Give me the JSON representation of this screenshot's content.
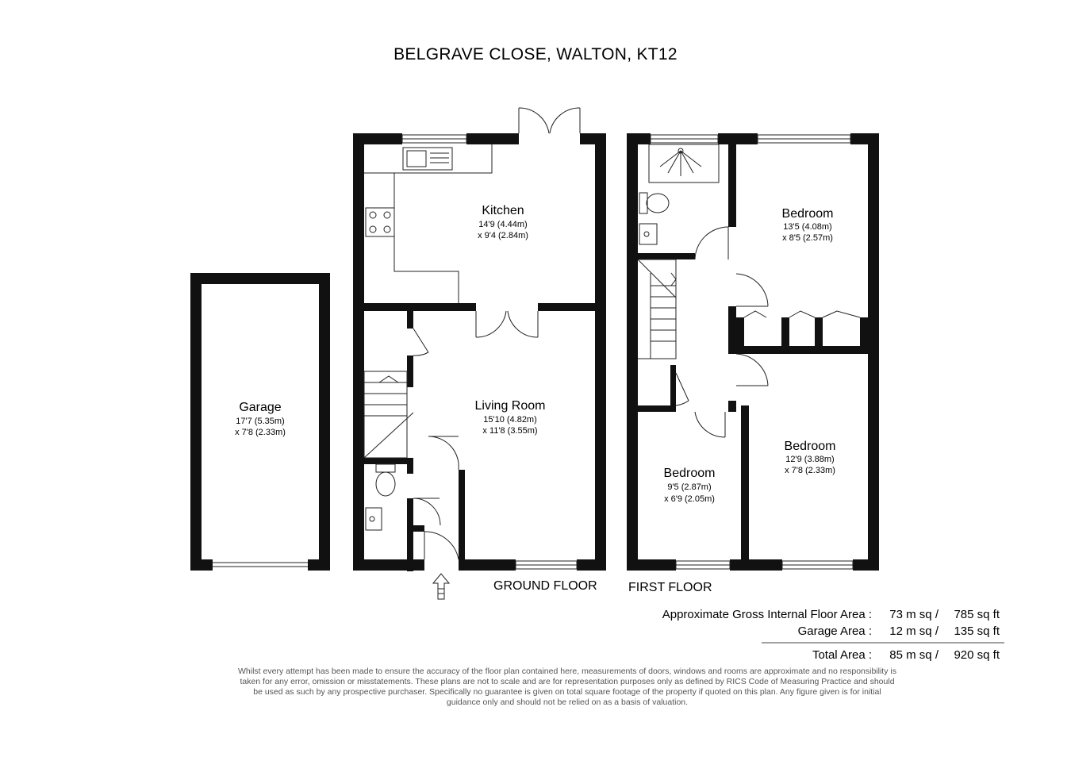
{
  "title": "BELGRAVE CLOSE,  WALTON, KT12",
  "rooms": {
    "garage": {
      "name": "Garage",
      "dim1": "17'7 (5.35m)",
      "dim2": "x 7'8 (2.33m)"
    },
    "kitchen": {
      "name": "Kitchen",
      "dim1": "14'9 (4.44m)",
      "dim2": "x 9'4 (2.84m)"
    },
    "living_room": {
      "name": "Living Room",
      "dim1": "15'10 (4.82m)",
      "dim2": "x 11'8 (3.55m)"
    },
    "bedroom_main": {
      "name": "Bedroom",
      "dim1": "13'5 (4.08m)",
      "dim2": "x 8'5 (2.57m)"
    },
    "bedroom_2": {
      "name": "Bedroom",
      "dim1": "12'9 (3.88m)",
      "dim2": "x 7'8 (2.33m)"
    },
    "bedroom_3": {
      "name": "Bedroom",
      "dim1": "9'5 (2.87m)",
      "dim2": "x 6'9 (2.05m)"
    }
  },
  "floors": {
    "ground": "GROUND FLOOR",
    "first": "FIRST FLOOR"
  },
  "areas": {
    "gross": {
      "label": "Approximate Gross Internal Floor Area :",
      "sqm": "73 m sq /",
      "sqft": "785 sq ft"
    },
    "garage": {
      "label": "Garage Area :",
      "sqm": "12 m sq /",
      "sqft": "135 sq ft"
    },
    "total": {
      "label": "Total Area :",
      "sqm": "85 m sq /",
      "sqft": "920 sq ft"
    }
  },
  "disclaimer": "Whilst every attempt has been made to ensure the accuracy of the floor plan contained here, measurements of doors, windows and rooms are approximate and no responsibility is taken for any error, omission or misstatements. These plans are not to scale and are for representation purposes only as defined by RICS Code of Measuring Practice and should be used as such by any prospective purchaser. Specifically no guarantee is given on total square footage of the property if quoted on this plan. Any figure given is for initial guidance only and should not be relied on as a basis of valuation.",
  "icons": [
    "entrance-arrow-icon",
    "shower-icon",
    "toilet-icon",
    "basin-icon",
    "hob-icon",
    "sink-icon"
  ]
}
